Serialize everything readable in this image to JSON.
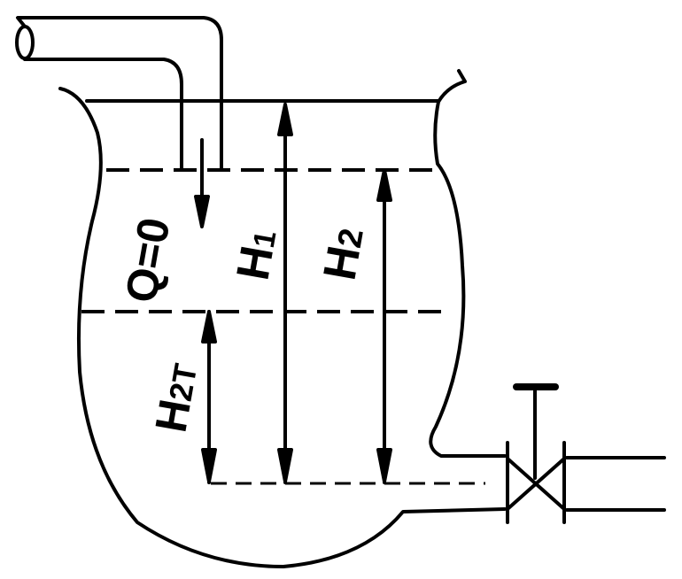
{
  "labels": {
    "flow": "Q=0",
    "h1": "H",
    "h1_sub": "1",
    "h2": "H",
    "h2_sub": "2",
    "h2t": "H",
    "h2t_sub": "2T"
  },
  "colors": {
    "ink": "#000000",
    "paper": "#ffffff"
  }
}
